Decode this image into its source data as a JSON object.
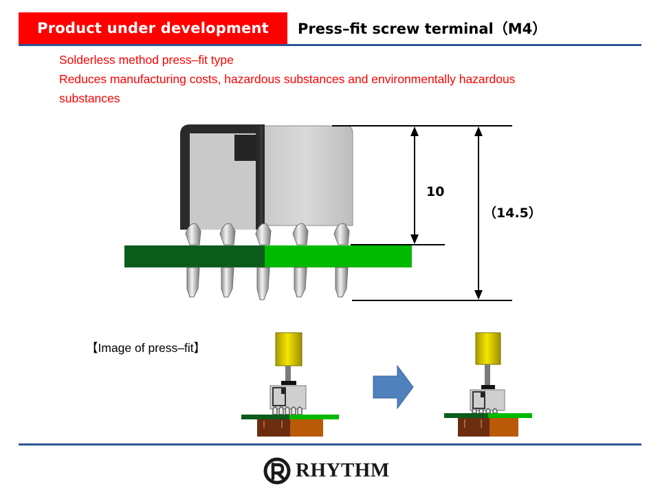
{
  "header": {
    "badge": "Product under development",
    "title": "Press–fit screw terminal（M4）"
  },
  "description": {
    "line1": "Solderless method press–fit type",
    "line2": "Reduces manufacturing costs, hazardous substances and environmentally hazardous",
    "line3": "substances"
  },
  "dimensions": {
    "height_label": "10",
    "total_label": "（14.5）"
  },
  "caption": "【Image of press–fit】",
  "footer": {
    "logo_text": "RHYTHM"
  },
  "colors": {
    "badge_red": "#ff0000",
    "rule_blue": "#2e5596",
    "pcb_green": "#00b900",
    "pcb_dark_green": "#0b5c1a",
    "arrow_blue": "#4f81bd",
    "pin_yellow": "#e3d300",
    "block_brown": "#b85a08"
  }
}
